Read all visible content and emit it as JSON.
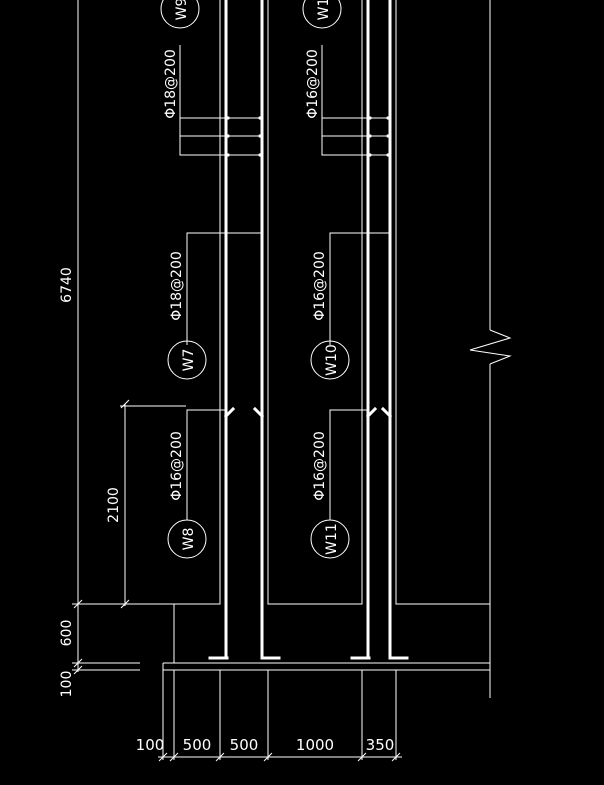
{
  "colors": {
    "background": "#000000",
    "linework": "#ffffff"
  },
  "drawing": {
    "dimensions": {
      "overall_height": "6740",
      "wall_height": "2100",
      "beam_depth": "600",
      "slab_thickness": "100",
      "bottom": [
        "100",
        "500",
        "500",
        "1000",
        "350"
      ]
    },
    "rebar_labels": {
      "left_top": "Φ18@200",
      "left_mid": "Φ18@200",
      "left_low": "Φ16@200",
      "right_top": "Φ16@200",
      "right_mid": "Φ16@200",
      "right_low": "Φ16@200"
    },
    "bar_marks": {
      "left_top": "W9",
      "right_top": "W1",
      "left_mid": "W7",
      "right_mid": "W10",
      "left_low": "W8",
      "right_low": "W11"
    }
  }
}
